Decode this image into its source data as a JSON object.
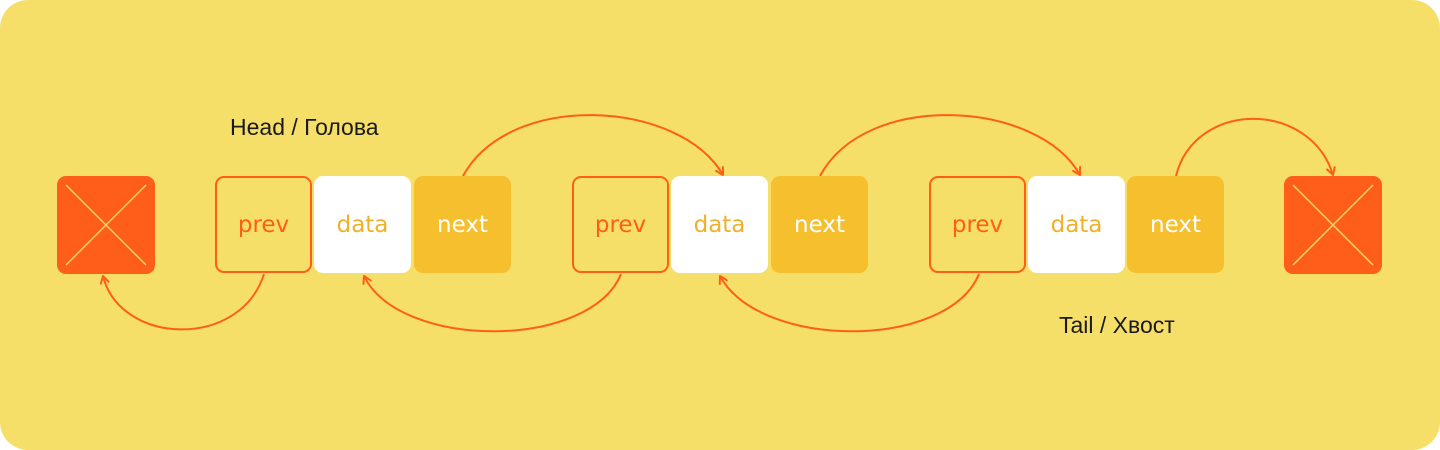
{
  "diagram": {
    "head_label": "Head / Голова",
    "tail_label": "Tail / Хвост",
    "nodes": [
      {
        "prev": "prev",
        "data": "data",
        "next": "next"
      },
      {
        "prev": "prev",
        "data": "data",
        "next": "next"
      },
      {
        "prev": "prev",
        "data": "data",
        "next": "next"
      }
    ],
    "null_icon": "cross-icon"
  },
  "colors": {
    "background": "#F5DF69",
    "accent": "#FF5E1A",
    "data_text": "#F0B02A",
    "next_fill": "#F6BF2E",
    "label_text": "#1A1A1A"
  }
}
